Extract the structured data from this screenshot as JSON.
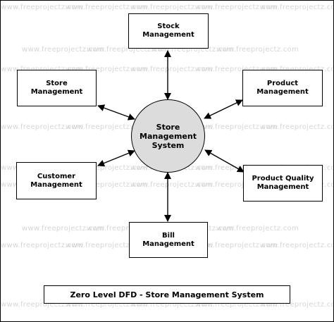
{
  "watermark": "www.freeprojectz.com",
  "colors": {
    "process_fill": "#dcdcdc",
    "line": "#000000",
    "watermark": "#d6d6d6"
  },
  "process": {
    "label": "Store\nManagement\nSystem"
  },
  "entities": {
    "stock": "Stock\nManagement",
    "store": "Store\nManagement",
    "product": "Product\nManagement",
    "customer": "Customer\nManagement",
    "product_quality": "Product Quality\nManagement",
    "bill": "Bill\nManagement"
  },
  "caption": "Zero Level DFD - Store Management System"
}
